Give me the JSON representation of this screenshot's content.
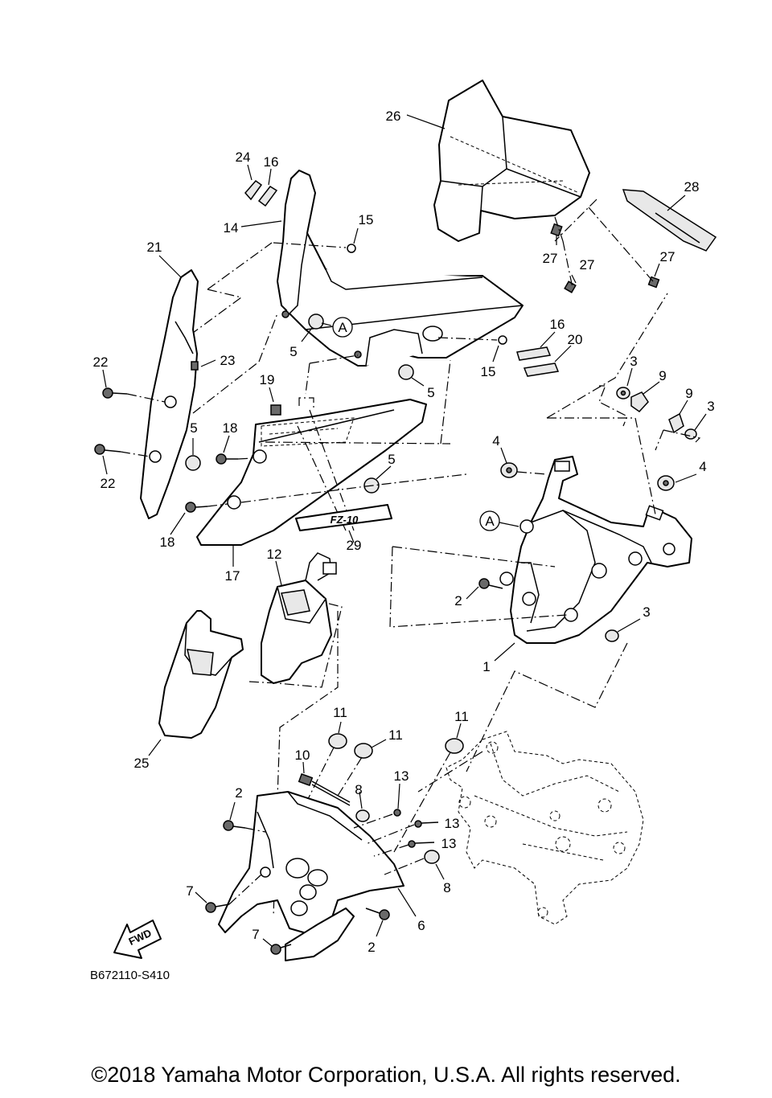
{
  "diagram": {
    "callouts": [
      {
        "id": "c26",
        "label": "26",
        "part": "windshield"
      },
      {
        "id": "c28",
        "label": "28",
        "part": "windshield-decal"
      },
      {
        "id": "c27a",
        "label": "27",
        "part": "nut"
      },
      {
        "id": "c27b",
        "label": "27",
        "part": "nut"
      },
      {
        "id": "c27c",
        "label": "27",
        "part": "nut"
      },
      {
        "id": "c24",
        "label": "24",
        "part": "emblem"
      },
      {
        "id": "c16a",
        "label": "16",
        "part": "emblem"
      },
      {
        "id": "c16b",
        "label": "16",
        "part": "emblem"
      },
      {
        "id": "c14",
        "label": "14",
        "part": "front-cowling"
      },
      {
        "id": "c15a",
        "label": "15",
        "part": "bolt"
      },
      {
        "id": "c15b",
        "label": "15",
        "part": "bolt"
      },
      {
        "id": "c21",
        "label": "21",
        "part": "side-cover"
      },
      {
        "id": "c5a",
        "label": "5",
        "part": "collar"
      },
      {
        "id": "c5b",
        "label": "5",
        "part": "collar"
      },
      {
        "id": "c5c",
        "label": "5",
        "part": "collar"
      },
      {
        "id": "c5d",
        "label": "5",
        "part": "collar"
      },
      {
        "id": "c20",
        "label": "20",
        "part": "emblem"
      },
      {
        "id": "c22a",
        "label": "22",
        "part": "screw"
      },
      {
        "id": "c22b",
        "label": "22",
        "part": "screw"
      },
      {
        "id": "c23",
        "label": "23",
        "part": "nut"
      },
      {
        "id": "c19",
        "label": "19",
        "part": "nut"
      },
      {
        "id": "c18a",
        "label": "18",
        "part": "bolt"
      },
      {
        "id": "c18b",
        "label": "18",
        "part": "bolt"
      },
      {
        "id": "c29",
        "label": "29",
        "part": "graphic"
      },
      {
        "id": "c17",
        "label": "17",
        "part": "side-panel"
      },
      {
        "id": "c12",
        "label": "12",
        "part": "headlight"
      },
      {
        "id": "c25",
        "label": "25",
        "part": "lower-cover"
      },
      {
        "id": "c3a",
        "label": "3",
        "part": "washer"
      },
      {
        "id": "c3b",
        "label": "3",
        "part": "washer"
      },
      {
        "id": "c3c",
        "label": "3",
        "part": "washer"
      },
      {
        "id": "c9a",
        "label": "9",
        "part": "nut"
      },
      {
        "id": "c9b",
        "label": "9",
        "part": "nut"
      },
      {
        "id": "c4a",
        "label": "4",
        "part": "damper"
      },
      {
        "id": "c4b",
        "label": "4",
        "part": "damper"
      },
      {
        "id": "c2a",
        "label": "2",
        "part": "bolt"
      },
      {
        "id": "c2b",
        "label": "2",
        "part": "bolt"
      },
      {
        "id": "c2c",
        "label": "2",
        "part": "bolt"
      },
      {
        "id": "c1",
        "label": "1",
        "part": "bracket"
      },
      {
        "id": "c11a",
        "label": "11",
        "part": "grommet"
      },
      {
        "id": "c11b",
        "label": "11",
        "part": "grommet"
      },
      {
        "id": "c11c",
        "label": "11",
        "part": "grommet"
      },
      {
        "id": "c10",
        "label": "10",
        "part": "spring"
      },
      {
        "id": "c8a",
        "label": "8",
        "part": "collar"
      },
      {
        "id": "c8b",
        "label": "8",
        "part": "collar"
      },
      {
        "id": "c13a",
        "label": "13",
        "part": "screw"
      },
      {
        "id": "c13b",
        "label": "13",
        "part": "screw"
      },
      {
        "id": "c13c",
        "label": "13",
        "part": "screw"
      },
      {
        "id": "c7a",
        "label": "7",
        "part": "bolt"
      },
      {
        "id": "c7b",
        "label": "7",
        "part": "bolt"
      },
      {
        "id": "c6",
        "label": "6",
        "part": "headlight-stay"
      }
    ],
    "reference_marks": [
      {
        "id": "refA1",
        "label": "A"
      },
      {
        "id": "refA2",
        "label": "A"
      }
    ],
    "fwd_label": "FWD",
    "decal_text": "FZ-10",
    "diagram_code": "B672110-S410"
  },
  "footer": {
    "copyright": "©2018 Yamaha Motor Corporation, U.S.A. All rights reserved."
  },
  "colors": {
    "line": "#000000",
    "background": "#ffffff"
  }
}
